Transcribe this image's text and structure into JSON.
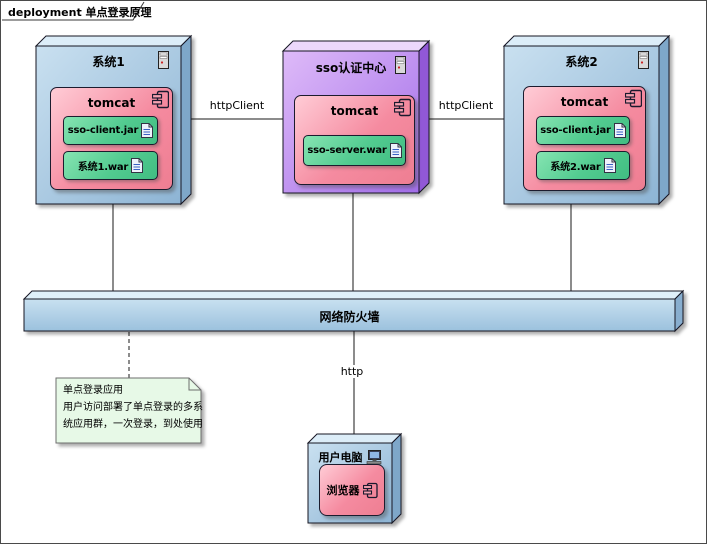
{
  "frame": {
    "title": "deployment 单点登录原理"
  },
  "nodes": {
    "system1": {
      "label": "系统1"
    },
    "sso_center": {
      "label": "sso认证中心"
    },
    "system2": {
      "label": "系统2"
    },
    "firewall": {
      "label": "网络防火墙"
    },
    "user_pc": {
      "label": "用户电脑"
    }
  },
  "components": {
    "system1_tomcat": {
      "label": "tomcat",
      "artifacts": [
        "sso-client.jar",
        "系统1.war"
      ]
    },
    "sso_tomcat": {
      "label": "tomcat",
      "artifacts": [
        "sso-server.war"
      ]
    },
    "system2_tomcat": {
      "label": "tomcat",
      "artifacts": [
        "sso-client.jar",
        "系统2.war"
      ]
    },
    "browser": {
      "label": "浏览器"
    }
  },
  "links": {
    "system1_sso": "httpClient",
    "sso_system2": "httpClient",
    "firewall_userpc": "http"
  },
  "note": {
    "lines": [
      "单点登录应用",
      "用户访问部署了单点登录的多系",
      "统应用群，一次登录，到处使用"
    ]
  },
  "colors": {
    "node_blue": "#9cc1dd",
    "node_purple": "#b683f0",
    "component_pink": "#f58c9c",
    "artifact_green": "#52c78e",
    "note_green": "#e7f9e7"
  }
}
